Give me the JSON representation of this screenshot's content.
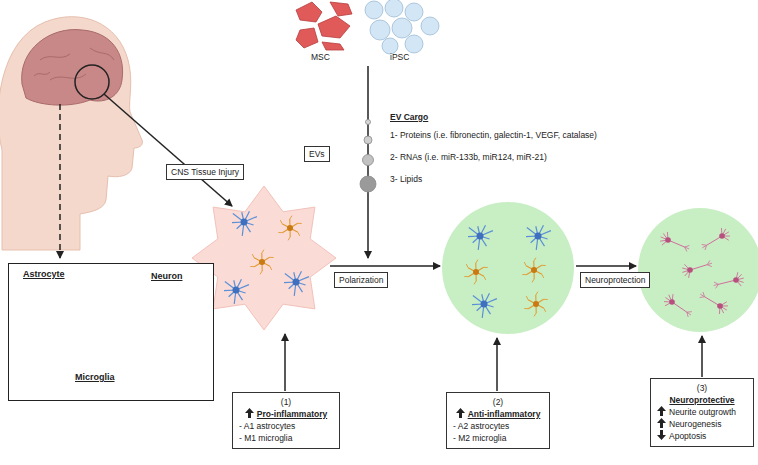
{
  "diagram": {
    "nodes": [
      {
        "text": [
          "Astrocyte",
          "Neuron",
          "Microglia"
        ]
      },
      {
        "text": [
          "CNS Tissue Injury"
        ]
      },
      {
        "text": [
          "EVs"
        ]
      },
      {
        "text": [
          "Polarization"
        ]
      },
      {
        "text": [
          "Neuroprotection"
        ]
      },
      {
        "text": [
          "(1)",
          "Pro-inflammatory",
          "- A1 astrocytes",
          "- M1 microglia"
        ]
      },
      {
        "text": [
          "(2)",
          "Anti-inflammatory",
          "- A2 astrocytes",
          "- M2 microglia"
        ]
      },
      {
        "text": [
          "(3)",
          "Neuroprotective",
          "Neurite outgrowth",
          "Neurogenesis",
          "Apoptosis"
        ]
      }
    ],
    "labels": [
      "MSC",
      "iPSC",
      "EV Cargo",
      "1- Proteins (i.e. fibronectin, galectin-1, VEGF, catalase)",
      "2- RNAs (i.e. miR-133b, miR124, miR-21)",
      "3- Lipids"
    ]
  }
}
